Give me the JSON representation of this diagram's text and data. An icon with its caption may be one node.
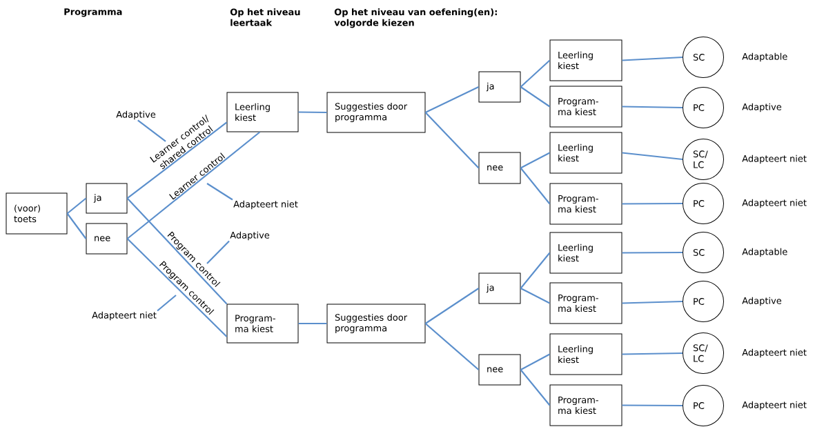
{
  "diagram": {
    "nodes": [
      {
        "text": [
          "(voor) toets"
        ]
      },
      {
        "text": [
          "ja"
        ]
      },
      {
        "text": [
          "nee"
        ]
      },
      {
        "text": [
          "Leerling kiest"
        ]
      },
      {
        "text": [
          "Program- ma kiest"
        ]
      },
      {
        "text": [
          "Suggesties door programma"
        ]
      },
      {
        "text": [
          "Suggesties door programma"
        ]
      },
      {
        "text": [
          "ja"
        ]
      },
      {
        "text": [
          "nee"
        ]
      },
      {
        "text": [
          "Leerling kiest"
        ]
      },
      {
        "text": [
          "Program- ma kiest"
        ]
      },
      {
        "text": [
          "Leerling kiest"
        ]
      },
      {
        "text": [
          "Program- ma kiest"
        ]
      },
      {
        "text": [
          "SC"
        ],
        "beside": [
          "Adaptable"
        ]
      },
      {
        "text": [
          "PC"
        ],
        "beside": [
          "Adaptive"
        ]
      },
      {
        "text": [
          "SC/ LC"
        ],
        "beside": [
          "Adapteert niet"
        ]
      },
      {
        "text": [
          "PC"
        ],
        "beside": [
          "Adapteert niet"
        ]
      },
      {
        "text": [
          "ja"
        ]
      },
      {
        "text": [
          "nee"
        ]
      },
      {
        "text": [
          "Leerling kiest"
        ]
      },
      {
        "text": [
          "Program- ma kiest"
        ]
      },
      {
        "text": [
          "Leerling kiest"
        ]
      },
      {
        "text": [
          "Program- ma kiest"
        ]
      },
      {
        "text": [
          "SC"
        ],
        "beside": [
          "Adaptable"
        ]
      },
      {
        "text": [
          "PC"
        ],
        "beside": [
          "Adaptive"
        ]
      },
      {
        "text": [
          "SC/ LC"
        ],
        "beside": [
          "Adapteert niet"
        ]
      },
      {
        "text": [
          "PC"
        ],
        "beside": [
          "Adapteert niet"
        ]
      },
      {
        "text": [
          "Adaptive"
        ]
      },
      {
        "text": [
          "Adapteert niet"
        ]
      },
      {
        "text": [
          "Adaptive"
        ]
      },
      {
        "text": [
          "Adapteert niet"
        ]
      }
    ],
    "edges": [
      {
        "from": 0,
        "to": 1,
        "arrow": "none"
      },
      {
        "from": 0,
        "to": 2,
        "arrow": "none"
      },
      {
        "from": 1,
        "to": 3,
        "arrow": "none",
        "label": "Learner control/ shared control"
      },
      {
        "from": 2,
        "to": 3,
        "arrow": "none",
        "label": "Learner control"
      },
      {
        "from": 1,
        "to": 4,
        "arrow": "none",
        "label": "Program control"
      },
      {
        "from": 2,
        "to": 4,
        "arrow": "none",
        "label": "Program control"
      },
      {
        "from": 3,
        "to": 5,
        "arrow": "none"
      },
      {
        "from": 4,
        "to": 6,
        "arrow": "none"
      },
      {
        "from": 5,
        "to": 7,
        "arrow": "none"
      },
      {
        "from": 5,
        "to": 8,
        "arrow": "none"
      },
      {
        "from": 6,
        "to": 17,
        "arrow": "none"
      },
      {
        "from": 6,
        "to": 18,
        "arrow": "none"
      },
      {
        "from": 7,
        "to": 9,
        "arrow": "none"
      },
      {
        "from": 7,
        "to": 10,
        "arrow": "none"
      },
      {
        "from": 8,
        "to": 11,
        "arrow": "none"
      },
      {
        "from": 8,
        "to": 12,
        "arrow": "none"
      },
      {
        "from": 17,
        "to": 19,
        "arrow": "none"
      },
      {
        "from": 17,
        "to": 20,
        "arrow": "none"
      },
      {
        "from": 18,
        "to": 21,
        "arrow": "none"
      },
      {
        "from": 18,
        "to": 22,
        "arrow": "none"
      },
      {
        "from": 9,
        "to": 13,
        "arrow": "none"
      },
      {
        "from": 10,
        "to": 14,
        "arrow": "none"
      },
      {
        "from": 11,
        "to": 15,
        "arrow": "none"
      },
      {
        "from": 12,
        "to": 16,
        "arrow": "none"
      },
      {
        "from": 19,
        "to": 23,
        "arrow": "none"
      },
      {
        "from": 20,
        "to": 24,
        "arrow": "none"
      },
      {
        "from": 21,
        "to": 25,
        "arrow": "none"
      },
      {
        "from": 22,
        "to": 26,
        "arrow": "none"
      },
      {
        "from": 27,
        "to": null,
        "arrow": "none"
      },
      {
        "from": 28,
        "to": null,
        "arrow": "none"
      },
      {
        "from": 29,
        "to": null,
        "arrow": "none"
      },
      {
        "from": 30,
        "to": null,
        "arrow": "none"
      }
    ],
    "labels": [
      "Programma",
      "Op het niveau leertaak",
      "Op het niveau van oefening(en): volgorde kiezen"
    ]
  }
}
